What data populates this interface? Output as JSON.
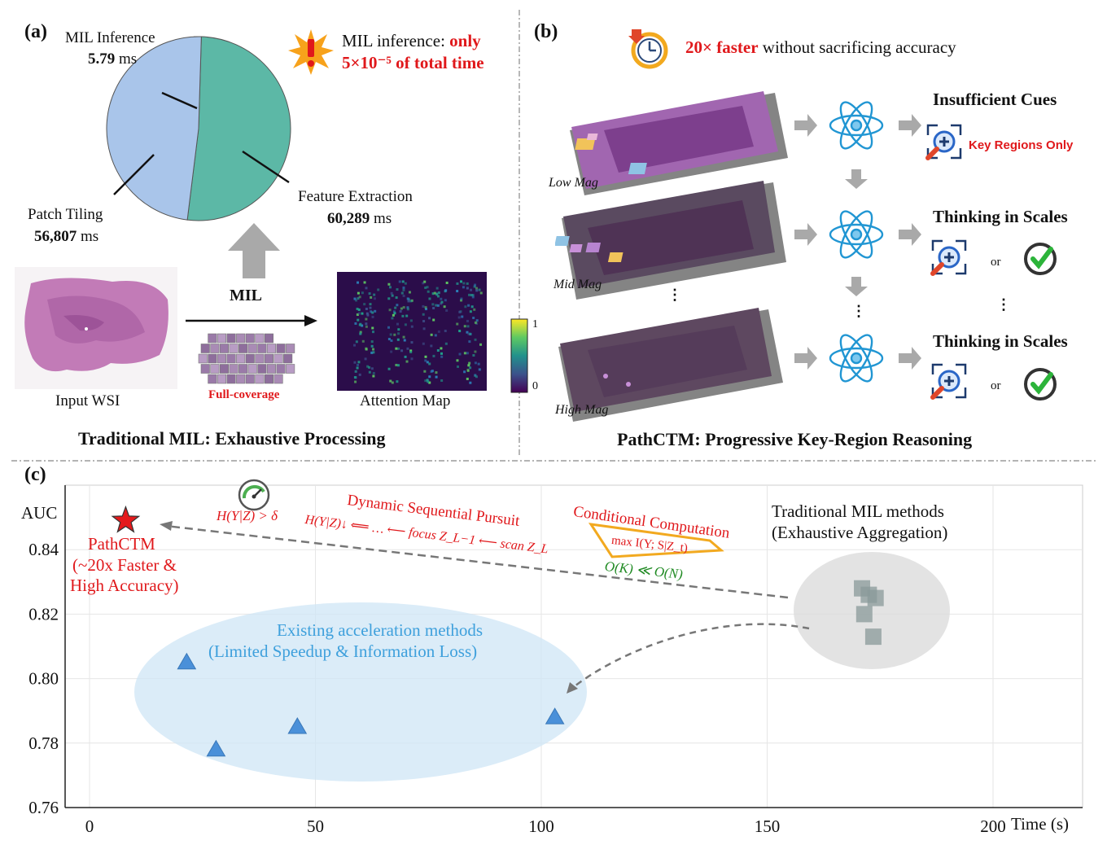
{
  "panel_a": {
    "label": "(a)",
    "pie_segments": [
      {
        "name": "MIL Inference",
        "value": 5.79,
        "value_text": "5.79",
        "unit": "ms",
        "color": "#7b3fa0"
      },
      {
        "name": "Feature Extraction",
        "value": 60289,
        "value_text": "60,289",
        "unit": "ms",
        "color": "#5cb8a6"
      },
      {
        "name": "Patch Tiling",
        "value": 56807,
        "value_text": "56,807",
        "unit": "ms",
        "color": "#a9c5ea"
      }
    ],
    "alert_prefix": "MIL inference: ",
    "alert_only": "only",
    "alert_line2": "5×10⁻⁵ of total time",
    "mil_label": "MIL",
    "input_caption": "Input WSI",
    "full_coverage": "Full-coverage",
    "attention_caption": "Attention Map",
    "colorbar_max": "1",
    "colorbar_min": "0",
    "title": "Traditional MIL: Exhaustive Processing"
  },
  "panel_b": {
    "label": "(b)",
    "speed_highlight": "20× faster",
    "speed_rest": " without sacrificing accuracy",
    "rows": [
      {
        "mag": "Low Mag",
        "heading": "Insufficient Cues",
        "note": "Key Regions Only"
      },
      {
        "mag": "Mid Mag",
        "heading": "Thinking in Scales",
        "or": "or"
      },
      {
        "mag": "High Mag",
        "heading": "Thinking in Scales",
        "or": "or"
      }
    ],
    "ellipsis": "⋮",
    "title": "PathCTM: Progressive Key-Region Reasoning"
  },
  "panel_c": {
    "label": "(c)",
    "pathctm_line1": "PathCTM",
    "pathctm_line2": "(~20x Faster &",
    "pathctm_line3": "High Accuracy)",
    "existing_line1": "Existing acceleration methods",
    "existing_line2": "(Limited Speedup & Information Loss)",
    "traditional_line1": "Traditional MIL methods",
    "traditional_line2": "(Exhaustive Aggregation)",
    "dynamic_label": "Dynamic Sequential Pursuit",
    "halt_formula": "H(Y|Z) > δ",
    "pursuit_formula": "H(Y|Z)↓ ⟸ … ⟵ focus Z_L−1 ⟵ scan Z_L",
    "conditional_label": "Conditional Computation",
    "max_formula": "max I(Y; S|Z_t)",
    "complexity_formula": "O(K) ≪ O(N)"
  },
  "chart_data": {
    "type": "scatter",
    "xlabel": "Time (s)",
    "ylabel": "AUC",
    "xlim": [
      -5,
      220
    ],
    "ylim": [
      0.76,
      0.86
    ],
    "xticks": [
      0,
      50,
      100,
      150,
      200
    ],
    "yticks": [
      0.76,
      0.78,
      0.8,
      0.82,
      0.84
    ],
    "grid": true,
    "series": [
      {
        "name": "PathCTM",
        "marker": "star",
        "color": "#e41a1c",
        "points": [
          [
            8,
            0.849
          ]
        ]
      },
      {
        "name": "Existing acceleration methods",
        "marker": "triangle",
        "color": "#4a90d9",
        "points": [
          [
            21.5,
            0.805
          ],
          [
            28,
            0.778
          ],
          [
            46,
            0.785
          ],
          [
            103,
            0.788
          ]
        ]
      },
      {
        "name": "Traditional MIL methods",
        "marker": "square",
        "color": "#8a9a9a",
        "points": [
          [
            171,
            0.828
          ],
          [
            172.5,
            0.826
          ],
          [
            174,
            0.825
          ],
          [
            171.5,
            0.82
          ],
          [
            173.5,
            0.813
          ]
        ]
      }
    ]
  }
}
